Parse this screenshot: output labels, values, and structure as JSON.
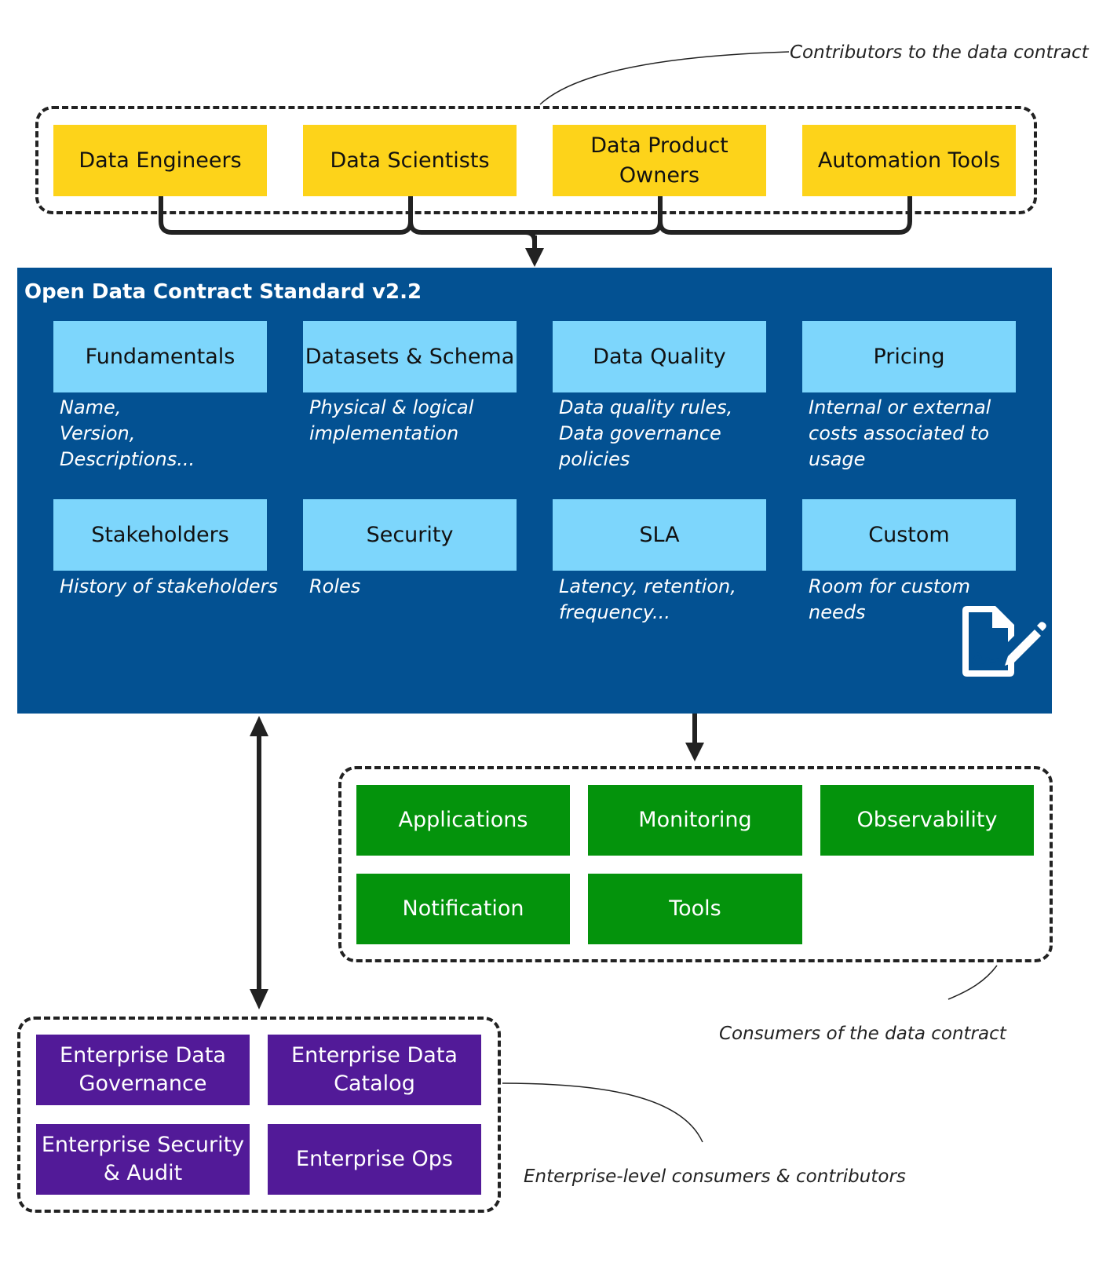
{
  "contributors": {
    "note": "Contributors to the data contract",
    "items": [
      "Data Engineers",
      "Data Scientists",
      "Data Product\nOwners",
      "Automation Tools"
    ]
  },
  "standard": {
    "title": "Open Data Contract Standard v2.2",
    "sections": [
      {
        "label": "Fundamentals",
        "desc": "Name,\nVersion,\nDescriptions..."
      },
      {
        "label": "Datasets & Schema",
        "desc": "Physical & logical\nimplementation"
      },
      {
        "label": "Data Quality",
        "desc": "Data quality rules,\nData governance\npolicies"
      },
      {
        "label": "Pricing",
        "desc": "Internal or external\ncosts associated to\nusage"
      },
      {
        "label": "Stakeholders",
        "desc": "History of stakeholders"
      },
      {
        "label": "Security",
        "desc": "Roles"
      },
      {
        "label": "SLA",
        "desc": "Latency, retention,\nfrequency..."
      },
      {
        "label": "Custom",
        "desc": "Room for custom\nneeds"
      }
    ],
    "icon": "signed-document-pen-icon"
  },
  "consumers": {
    "note": "Consumers of the data contract",
    "items": [
      "Applications",
      "Monitoring",
      "Observability",
      "Notification",
      "Tools"
    ]
  },
  "enterprise": {
    "note": "Enterprise-level consumers & contributors",
    "items": [
      "Enterprise Data\nGovernance",
      "Enterprise Data\nCatalog",
      "Enterprise Security\n& Audit",
      "Enterprise Ops"
    ]
  },
  "colors": {
    "contributor": "#fdd31a",
    "standard_bg": "#035192",
    "section": "#7dd6fc",
    "consumer": "#04930c",
    "enterprise": "#521a98"
  }
}
